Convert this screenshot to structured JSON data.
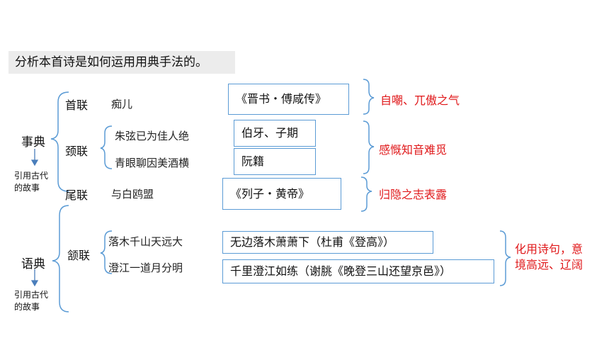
{
  "question": "分析本首诗是如何运用用典手法的。",
  "shidian": {
    "label": "事典",
    "sub": [
      "引用古代",
      "的故事"
    ],
    "rows": [
      {
        "label": "首联",
        "poem": [
          "痴儿"
        ]
      },
      {
        "label": "颈联",
        "poem": [
          "朱弦已为佳人绝",
          "青眼聊因美酒横"
        ]
      },
      {
        "label": "尾联",
        "poem": [
          "与白鸥盟"
        ]
      }
    ],
    "boxes": [
      "《晋书・傅咸传》",
      "伯牙、子期",
      "阮籍",
      "《列子・黄帝》"
    ],
    "notes": [
      "自嘲、兀傲之气",
      "感慨知音难觅",
      "归隐之志表露"
    ]
  },
  "yudian": {
    "label": "语典",
    "sub": [
      "引用古代",
      "的故事"
    ],
    "rows": [
      {
        "label": "颔联",
        "poem": [
          "落木千山天远大",
          "澄江一道月分明"
        ]
      }
    ],
    "boxes": [
      "无边落木萧萧下（杜甫《登高》）",
      "千里澄江如练（谢朓《晚登三山还望京邑》）"
    ],
    "note": [
      "化用诗句，意",
      "境高远、辽阔"
    ]
  },
  "colors": {
    "box_border": "#5b9bd5",
    "note": "#e0191b",
    "arrow": "#4a7ebb"
  }
}
